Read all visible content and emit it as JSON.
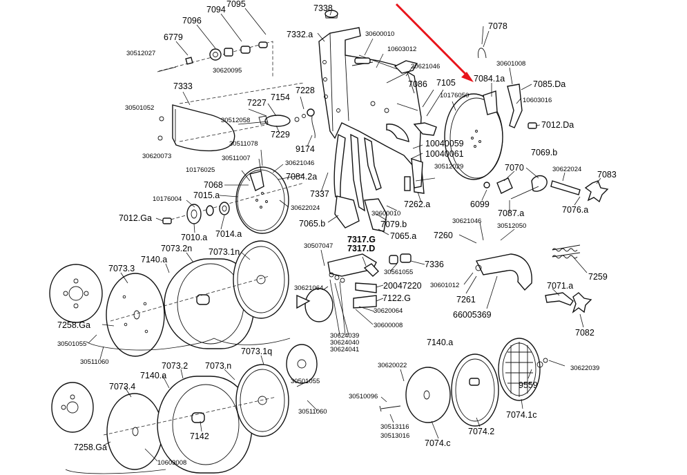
{
  "callout_arrow_color": "#e8141b",
  "labels": {
    "l7338": "7338",
    "l7094": "7094",
    "l7095": "7095",
    "l7096": "7096",
    "l6779": "6779",
    "l30512027": "30512027",
    "l30620095": "30620095",
    "l7332a": "7332.a",
    "l30600010a": "30600010",
    "l10603012": "10603012",
    "l30621046a": "30621046",
    "l7078": "7078",
    "l30601008": "30601008",
    "l7084_1a": "7084.1a",
    "l7085Da": "7085.Da",
    "l10603016": "10603016",
    "l7086": "7086",
    "l7105": "7105",
    "l10176050": "10176050",
    "l7012Da": "7012.Da",
    "l7333": "7333",
    "l30501052": "30501052",
    "l30620073": "30620073",
    "l7227": "7227",
    "l7154": "7154",
    "l7228": "7228",
    "l30512058": "30512058",
    "l7229": "7229",
    "l9174": "9174",
    "l10040059": "10040059",
    "l10040061": "10040061",
    "l30511078": "30511078",
    "l30511007": "30511007",
    "l30621046b": "30621046",
    "l10176025": "10176025",
    "l7084_2a": "7084.2a",
    "l7337": "7337",
    "l30512029": "30512029",
    "l7069b": "7069.b",
    "l7070": "7070",
    "l30622024a": "30622024",
    "l7083": "7083",
    "l7068": "7068",
    "l7015a": "7015.a",
    "l10176004": "10176004",
    "l30622024b": "30622024",
    "l7262a": "7262.a",
    "l6099": "6099",
    "l7087a": "7087.a",
    "l7076a": "7076.a",
    "l7012Ga": "7012.Ga",
    "l7014a": "7014.a",
    "l7010a": "7010.a",
    "l7065b": "7065.b",
    "l30600010b": "30600010",
    "l7079b": "7079.b",
    "l7065a": "7065.a",
    "l30621046c": "30621046",
    "l30512050": "30512050",
    "l7260": "7260",
    "l7073_2n": "7073.2n",
    "l7073_1n": "7073.1n",
    "l30507047": "30507047",
    "l7317G": "7317.G",
    "l7317D": "7317.D",
    "l7140a1": "7140.a",
    "l7073_3": "7073.3",
    "l30561055": "30561055",
    "l7336": "7336",
    "l7259": "7259",
    "l20047220": "20047220",
    "l30601012": "30601012",
    "l7261": "7261",
    "l7071a": "7071.a",
    "l30621064": "30621064",
    "l7122G": "7122.G",
    "l30620064": "30620064",
    "l66005369": "66005369",
    "l30600008": "30600008",
    "l7258Ga1": "7258.Ga",
    "l7082": "7082",
    "l30501055a": "30501055",
    "l30624039": "30624039",
    "l30624040": "30624040",
    "l30624041": "30624041",
    "l30511060a": "30511060",
    "l7140a2": "7140.a",
    "l7073_1q": "7073.1q",
    "l30620022": "30620022",
    "l30622039": "30622039",
    "l7073_2": "7073.2",
    "l7073n": "7073.n",
    "l7140a3": "7140.a",
    "l30501055b": "30501055",
    "l9559": "9559",
    "l30510096": "30510096",
    "l7073_4": "7073.4",
    "l30511060b": "30511060",
    "l7074_1c": "7074.1c",
    "l7142": "7142",
    "l7074_2": "7074.2",
    "l30513116": "30513116",
    "l30513016": "30513016",
    "l7074c": "7074.c",
    "l7258Ga2": "7258.Ga",
    "l10603008": "10603008"
  }
}
